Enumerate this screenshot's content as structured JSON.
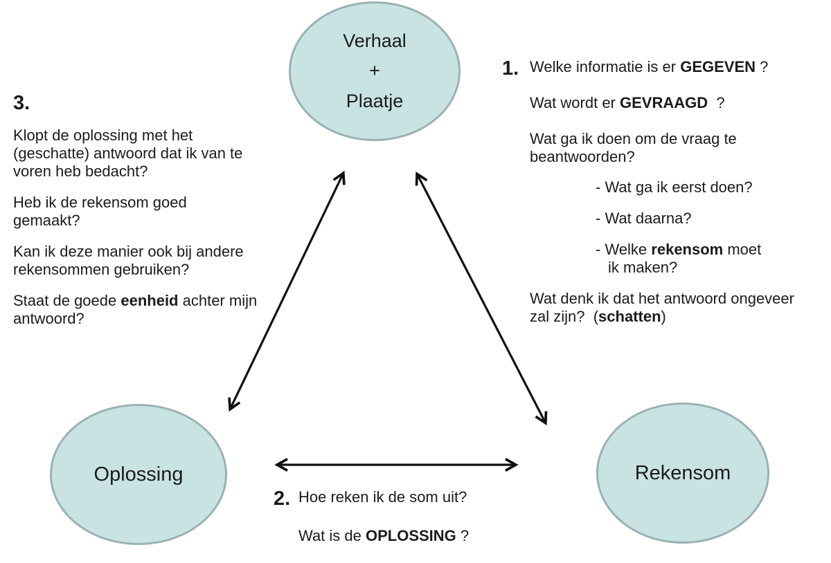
{
  "colors": {
    "background": "#ffffff",
    "ellipse_fill": "#c9e3e3",
    "ellipse_border": "#9ab1b4",
    "text": "#1b1b1b",
    "arrow": "#111111"
  },
  "nodes": {
    "verhaal_plaatje": {
      "line1": "Verhaal",
      "line2": "+",
      "line3": "Plaatje"
    },
    "oplossing": {
      "label": "Oplossing"
    },
    "rekensom": {
      "label": "Rekensom"
    }
  },
  "step1": {
    "number": "1.",
    "q_given": {
      "pre": "Welke informatie is er ",
      "bold": "GEGEVEN",
      "post": " ?"
    },
    "q_gevraagd": {
      "pre": "Wat wordt er ",
      "bold": "GEVRAAGD",
      "post": "  ?"
    },
    "q_plan": "Wat ga ik doen om de vraag te\nbeantwoorden?",
    "sub_first": "- Wat ga ik eerst doen?",
    "sub_next": "- Wat daarna?",
    "sub_rekensom": {
      "pre": "- Welke ",
      "bold": "rekensom",
      "post": " moet\nik maken?"
    },
    "q_schatten": {
      "pre": "Wat denk ik dat het antwoord ongeveer\nzal zijn?  (",
      "bold": "schatten",
      "post": ")"
    }
  },
  "step2": {
    "number": "2.",
    "q_how": "Hoe reken ik de som uit?",
    "q_oplossing": {
      "pre": "Wat is de ",
      "bold": "OPLOSSING",
      "post": " ?"
    }
  },
  "step3": {
    "number": "3.",
    "p_klopt": "Klopt de oplossing met het\n(geschatte) antwoord dat ik van te\nvoren heb bedacht?",
    "p_rekensom": "Heb ik de rekensom goed\ngemaakt?",
    "p_manier": "Kan ik deze manier ook bij andere\nrekensommen gebruiken?",
    "p_eenheid": {
      "pre": "Staat de goede ",
      "bold": "eenheid",
      "post": " achter mijn\nantwoord?"
    }
  }
}
